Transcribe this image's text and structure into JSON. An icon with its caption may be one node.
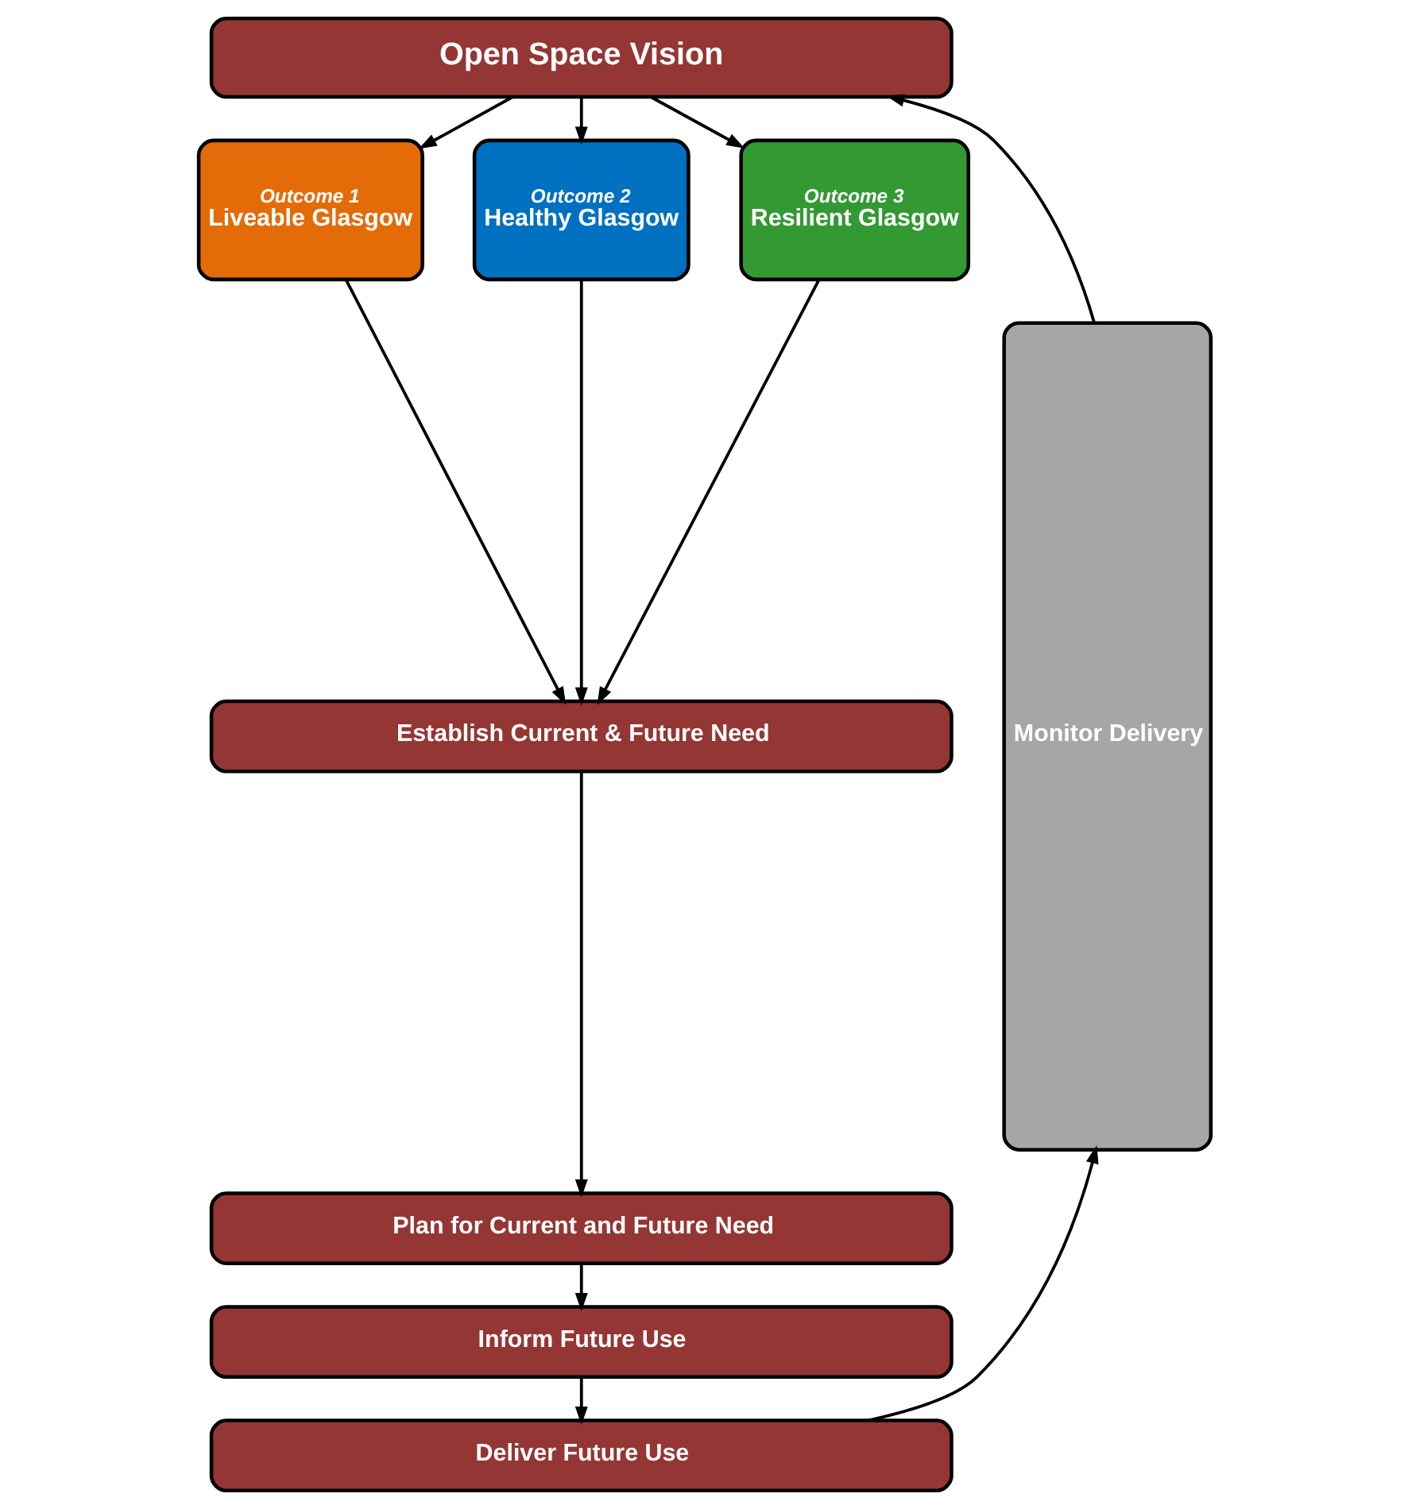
{
  "diagram": {
    "nodes": [
      {
        "text": [
          "Open Space Vision"
        ]
      },
      {
        "text": [
          "Outcome 1",
          "Liveable Glasgow"
        ]
      },
      {
        "text": [
          "Outcome 2",
          "Healthy Glasgow"
        ]
      },
      {
        "text": [
          "Outcome 3",
          "Resilient Glasgow"
        ]
      },
      {
        "text": [
          "Establish Current & Future Need"
        ]
      },
      {
        "text": [
          "Plan for Current and Future Need"
        ]
      },
      {
        "text": [
          "Inform Future Use"
        ]
      },
      {
        "text": [
          "Deliver Future Use"
        ]
      },
      {
        "text": [
          "Monitor Delivery"
        ]
      }
    ],
    "edges": [
      {
        "from": 0,
        "to": 1,
        "arrow": "to"
      },
      {
        "from": 0,
        "to": 2,
        "arrow": "to"
      },
      {
        "from": 0,
        "to": 3,
        "arrow": "to"
      },
      {
        "from": 1,
        "to": 4,
        "arrow": "to"
      },
      {
        "from": 2,
        "to": 4,
        "arrow": "to"
      },
      {
        "from": 3,
        "to": 4,
        "arrow": "to"
      },
      {
        "from": 4,
        "to": 5,
        "arrow": "to"
      },
      {
        "from": 5,
        "to": 6,
        "arrow": "to"
      },
      {
        "from": 6,
        "to": 7,
        "arrow": "to"
      },
      {
        "from": 7,
        "to": 8,
        "arrow": "to"
      },
      {
        "from": 8,
        "to": 0,
        "arrow": "to"
      }
    ]
  }
}
